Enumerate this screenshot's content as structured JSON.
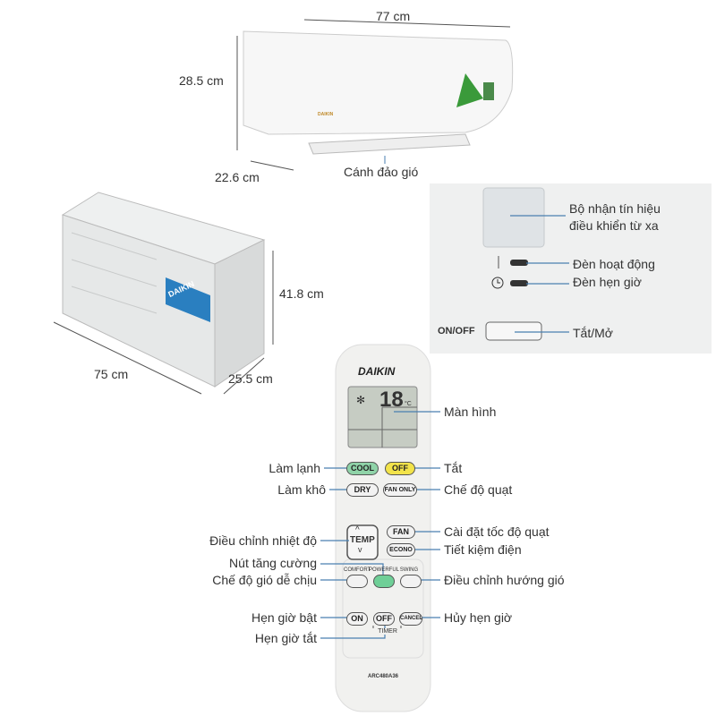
{
  "indoor": {
    "width": "77 cm",
    "height": "28.5 cm",
    "depth": "22.6 cm",
    "flap": "Cánh đảo gió",
    "brand": "DAIKIN"
  },
  "outdoor": {
    "height": "41.8 cm",
    "width": "75  cm",
    "depth": "25.5 cm",
    "brand": "DAIKIN"
  },
  "panel": {
    "receiver": "Bộ nhận tín hiệu",
    "receiver2": "điều khiển từ xa",
    "operation_lamp": "Đèn hoạt động",
    "timer_lamp": "Đèn hẹn giờ",
    "onoff_label": "ON/OFF",
    "onoff": "Tắt/Mở"
  },
  "remote": {
    "brand": "DAIKIN",
    "temp": "18",
    "unit": "°C",
    "model": "ARC480A36",
    "buttons": {
      "cool": "COOL",
      "off": "OFF",
      "dry": "DRY",
      "fan_only": "FAN ONLY",
      "temp": "TEMP",
      "fan": "FAN",
      "econo": "ECONO",
      "comfort": "COMFORT",
      "powerful": "POWERFUL",
      "swing": "SWING",
      "on": "ON",
      "timer_off": "OFF",
      "timer": "TIMER",
      "cancel": "CANCEL"
    },
    "callouts": {
      "screen": "Màn hình",
      "cool": "Làm lạnh",
      "off": "Tắt",
      "dry": "Làm khô",
      "fan_only": "Chế độ quạt",
      "temp": "Điều chỉnh nhiệt độ",
      "fan": "Cài đặt tốc độ quạt",
      "econo": "Tiết kiệm điện",
      "powerful": "Nút tăng cường",
      "comfort": "Chế độ gió dễ chịu",
      "swing": "Điều chỉnh hướng gió",
      "on_timer": "Hẹn giờ bật",
      "off_timer": "Hẹn giờ tắt",
      "cancel": "Hủy hẹn giờ"
    }
  },
  "colors": {
    "line": "#4a7fb0",
    "cool": "#8fd3a8",
    "off": "#f2e34a",
    "powerful": "#6fcf97"
  }
}
